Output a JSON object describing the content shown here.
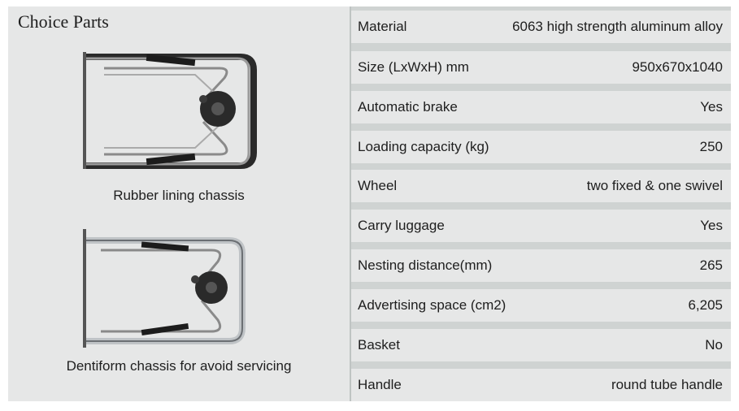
{
  "left": {
    "title": "Choice Parts",
    "parts": [
      {
        "caption": "Rubber lining chassis"
      },
      {
        "caption": "Dentiform chassis for avoid servicing"
      }
    ]
  },
  "specs": [
    {
      "label": "Material",
      "value": "6063 high strength aluminum alloy"
    },
    {
      "label": "Size (LxWxH) mm",
      "value": "950x670x1040"
    },
    {
      "label": "Automatic brake",
      "value": "Yes"
    },
    {
      "label": "Loading capacity (kg)",
      "value": "250"
    },
    {
      "label": "Wheel",
      "value": "two fixed & one swivel"
    },
    {
      "label": "Carry luggage",
      "value": "Yes"
    },
    {
      "label": "Nesting distance(mm)",
      "value": "265"
    },
    {
      "label": "Advertising space (cm2)",
      "value": "6,205"
    },
    {
      "label": "Basket",
      "value": "No"
    },
    {
      "label": "Handle",
      "value": "round tube handle"
    }
  ],
  "colors": {
    "cell_bg": "#e6e7e7",
    "separator": "#cfd3d2",
    "text": "#1e1e1e"
  }
}
